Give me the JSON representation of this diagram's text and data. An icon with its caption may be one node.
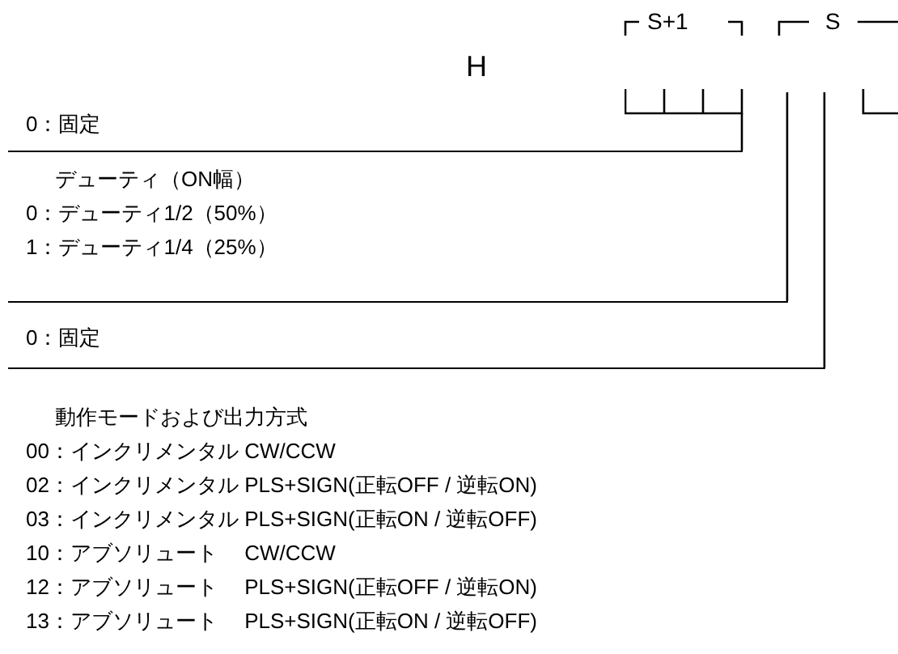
{
  "diagram": {
    "nodes": [
      {
        "text": [
          "0：固定"
        ]
      },
      {
        "text": [
          "デューティ（ON幅）",
          "0：デューティ1/2（50%）",
          "1：デューティ1/4（25%）"
        ]
      },
      {
        "text": [
          "0：固定"
        ]
      },
      {
        "text": [
          "動作モードおよび出力方式",
          "00：インクリメンタル CW/CCW",
          "02：インクリメンタル PLS+SIGN(正転OFF / 逆転ON)",
          "03：インクリメンタル PLS+SIGN(正転ON / 逆転OFF)",
          "10：アブソリュート　 CW/CCW",
          "12：アブソリュート　 PLS+SIGN(正転OFF / 逆転ON)",
          "13：アブソリュート　 PLS+SIGN(正転ON / 逆転OFF)"
        ]
      },
      {
        "text": [],
        "shape": "box"
      }
    ],
    "edges": [
      {
        "from": 0,
        "to": 4,
        "arrow": "none"
      },
      {
        "from": 1,
        "to": 4,
        "arrow": "none"
      },
      {
        "from": 2,
        "to": 4,
        "arrow": "none"
      }
    ],
    "labels": [
      "H",
      "S+1",
      "S"
    ]
  }
}
